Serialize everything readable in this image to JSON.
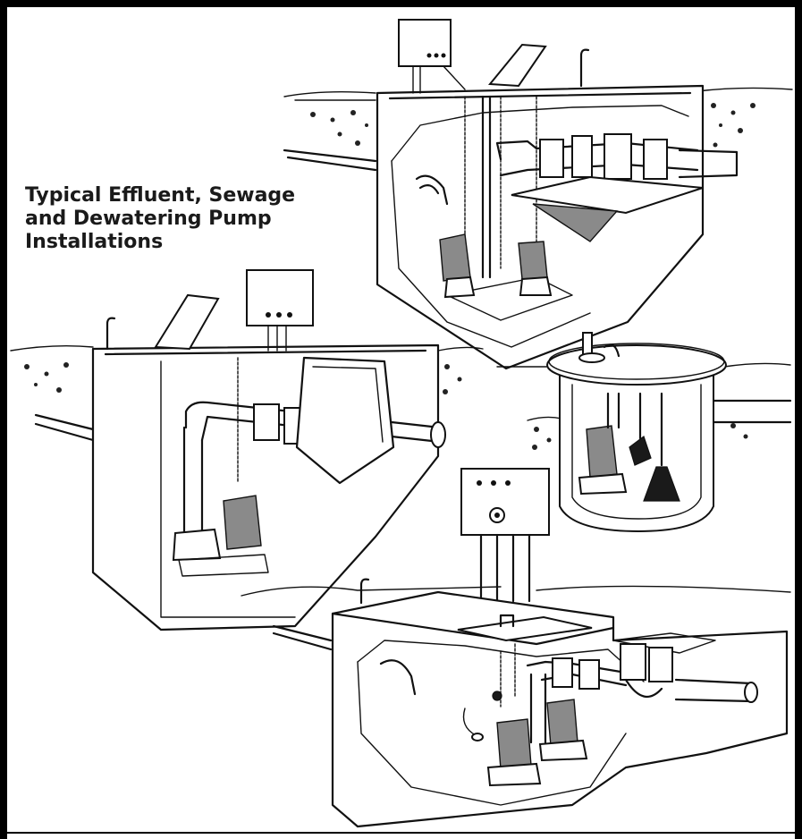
{
  "figure": {
    "title_lines": [
      "Typical Effluent, Sewage",
      "and Dewatering Pump",
      "Installations"
    ]
  },
  "colors": {
    "ink": "#111111",
    "paper": "#ffffff",
    "frame": "#000000"
  }
}
